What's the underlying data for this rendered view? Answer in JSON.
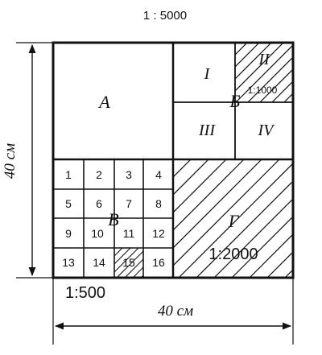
{
  "title_scale": "1 : 5000",
  "colors": {
    "ink": "#111111",
    "background": "#ffffff"
  },
  "sheet_size_vertical": "40 см",
  "sheet_size_horizontal": "40 см",
  "blocks": {
    "A": {
      "label": "А"
    },
    "B": {
      "label": "Б",
      "scale": "1:1000",
      "sub": [
        "I",
        "II",
        "III",
        "IV"
      ],
      "hatched": [
        "II"
      ]
    },
    "V": {
      "label": "В",
      "scale": "1:500",
      "cells": [
        "1",
        "2",
        "3",
        "4",
        "5",
        "6",
        "7",
        "8",
        "9",
        "10",
        "11",
        "12",
        "13",
        "14",
        "15",
        "16"
      ],
      "hatched": [
        "15"
      ]
    },
    "G": {
      "label": "Г",
      "scale": "1:2000",
      "hatched": true
    }
  }
}
